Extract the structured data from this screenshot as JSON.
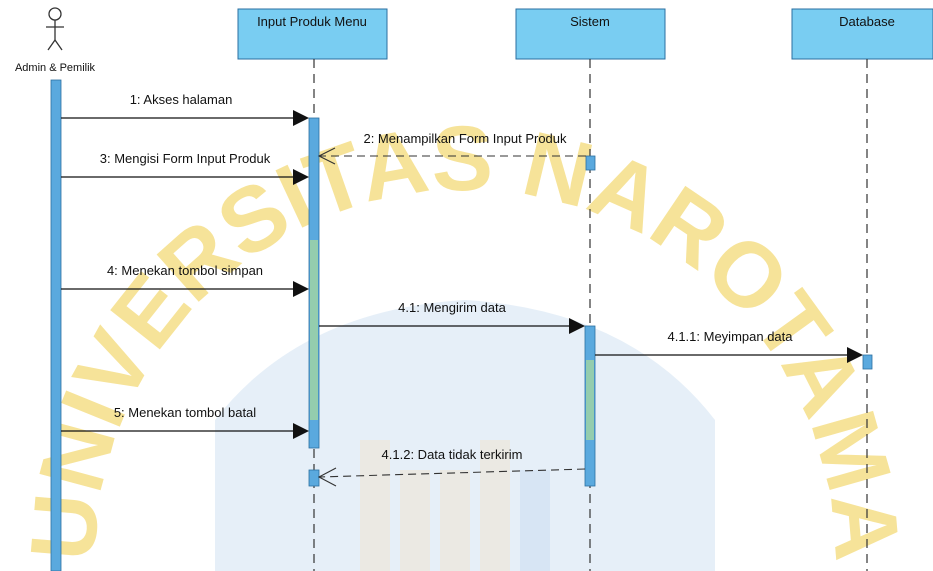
{
  "actor": {
    "name": "Admin & Pemilik"
  },
  "lifelines": [
    {
      "name": "Input Produk Menu"
    },
    {
      "name": "Sistem"
    },
    {
      "name": "Database"
    }
  ],
  "messages": [
    {
      "label": "1: Akses halaman",
      "kind": "sync"
    },
    {
      "label": "2: Menampilkan Form Input Produk",
      "kind": "return"
    },
    {
      "label": "3: Mengisi Form Input Produk",
      "kind": "sync"
    },
    {
      "label": "4: Menekan tombol simpan",
      "kind": "sync"
    },
    {
      "label": "4.1: Mengirim data",
      "kind": "sync"
    },
    {
      "label": "4.1.1: Meyimpan data",
      "kind": "sync"
    },
    {
      "label": "5: Menekan tombol batal",
      "kind": "sync"
    },
    {
      "label": "4.1.2: Data tidak terkirim",
      "kind": "return"
    }
  ],
  "watermark": {
    "text": "UNIVERSITAS NAROTAMA"
  },
  "colors": {
    "lifeline_header": "#79cdf2",
    "activation": "#5aa9de",
    "activation_green": "#9fd4a6",
    "watermark_arc": "#f3d66a",
    "watermark_building": "#c9dcef"
  }
}
